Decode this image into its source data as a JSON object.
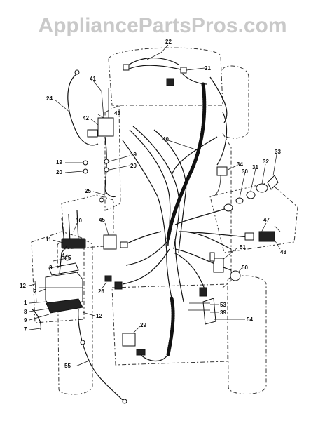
{
  "watermark": "AppliancePartsPros.com",
  "callouts": [
    "22",
    "21",
    "24",
    "41",
    "42",
    "43",
    "40",
    "33",
    "34",
    "32",
    "31",
    "30",
    "19",
    "20",
    "19",
    "20",
    "25",
    "10",
    "45",
    "47",
    "11",
    "48",
    "3",
    "4",
    "5",
    "51",
    "50",
    "12",
    "2",
    "1",
    "8",
    "9",
    "7",
    "26",
    "12",
    "53",
    "39",
    "54",
    "29",
    "55"
  ]
}
